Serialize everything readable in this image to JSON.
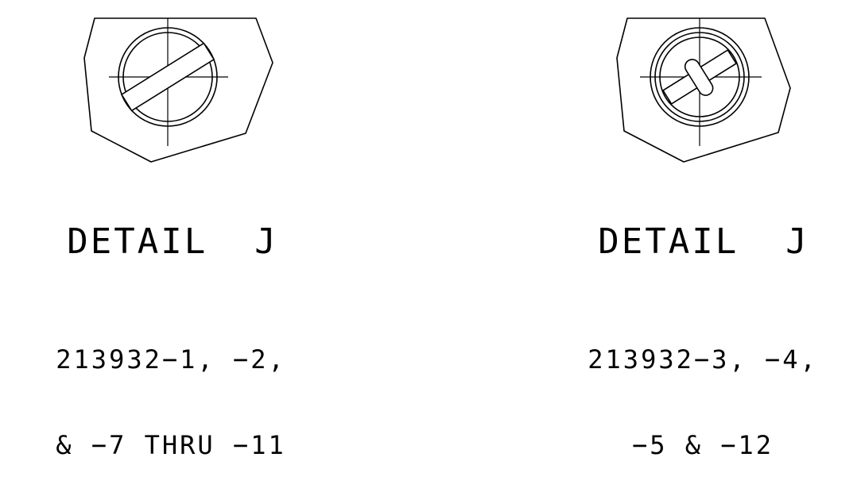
{
  "details": [
    {
      "title": "DETAIL  J",
      "parts_line1": "213932−1, −2,",
      "parts_line2": "& −7 THRU −11"
    },
    {
      "title": "DETAIL  J",
      "parts_line1": "213932−3, −4,",
      "parts_line2": "−5 & −12"
    }
  ]
}
